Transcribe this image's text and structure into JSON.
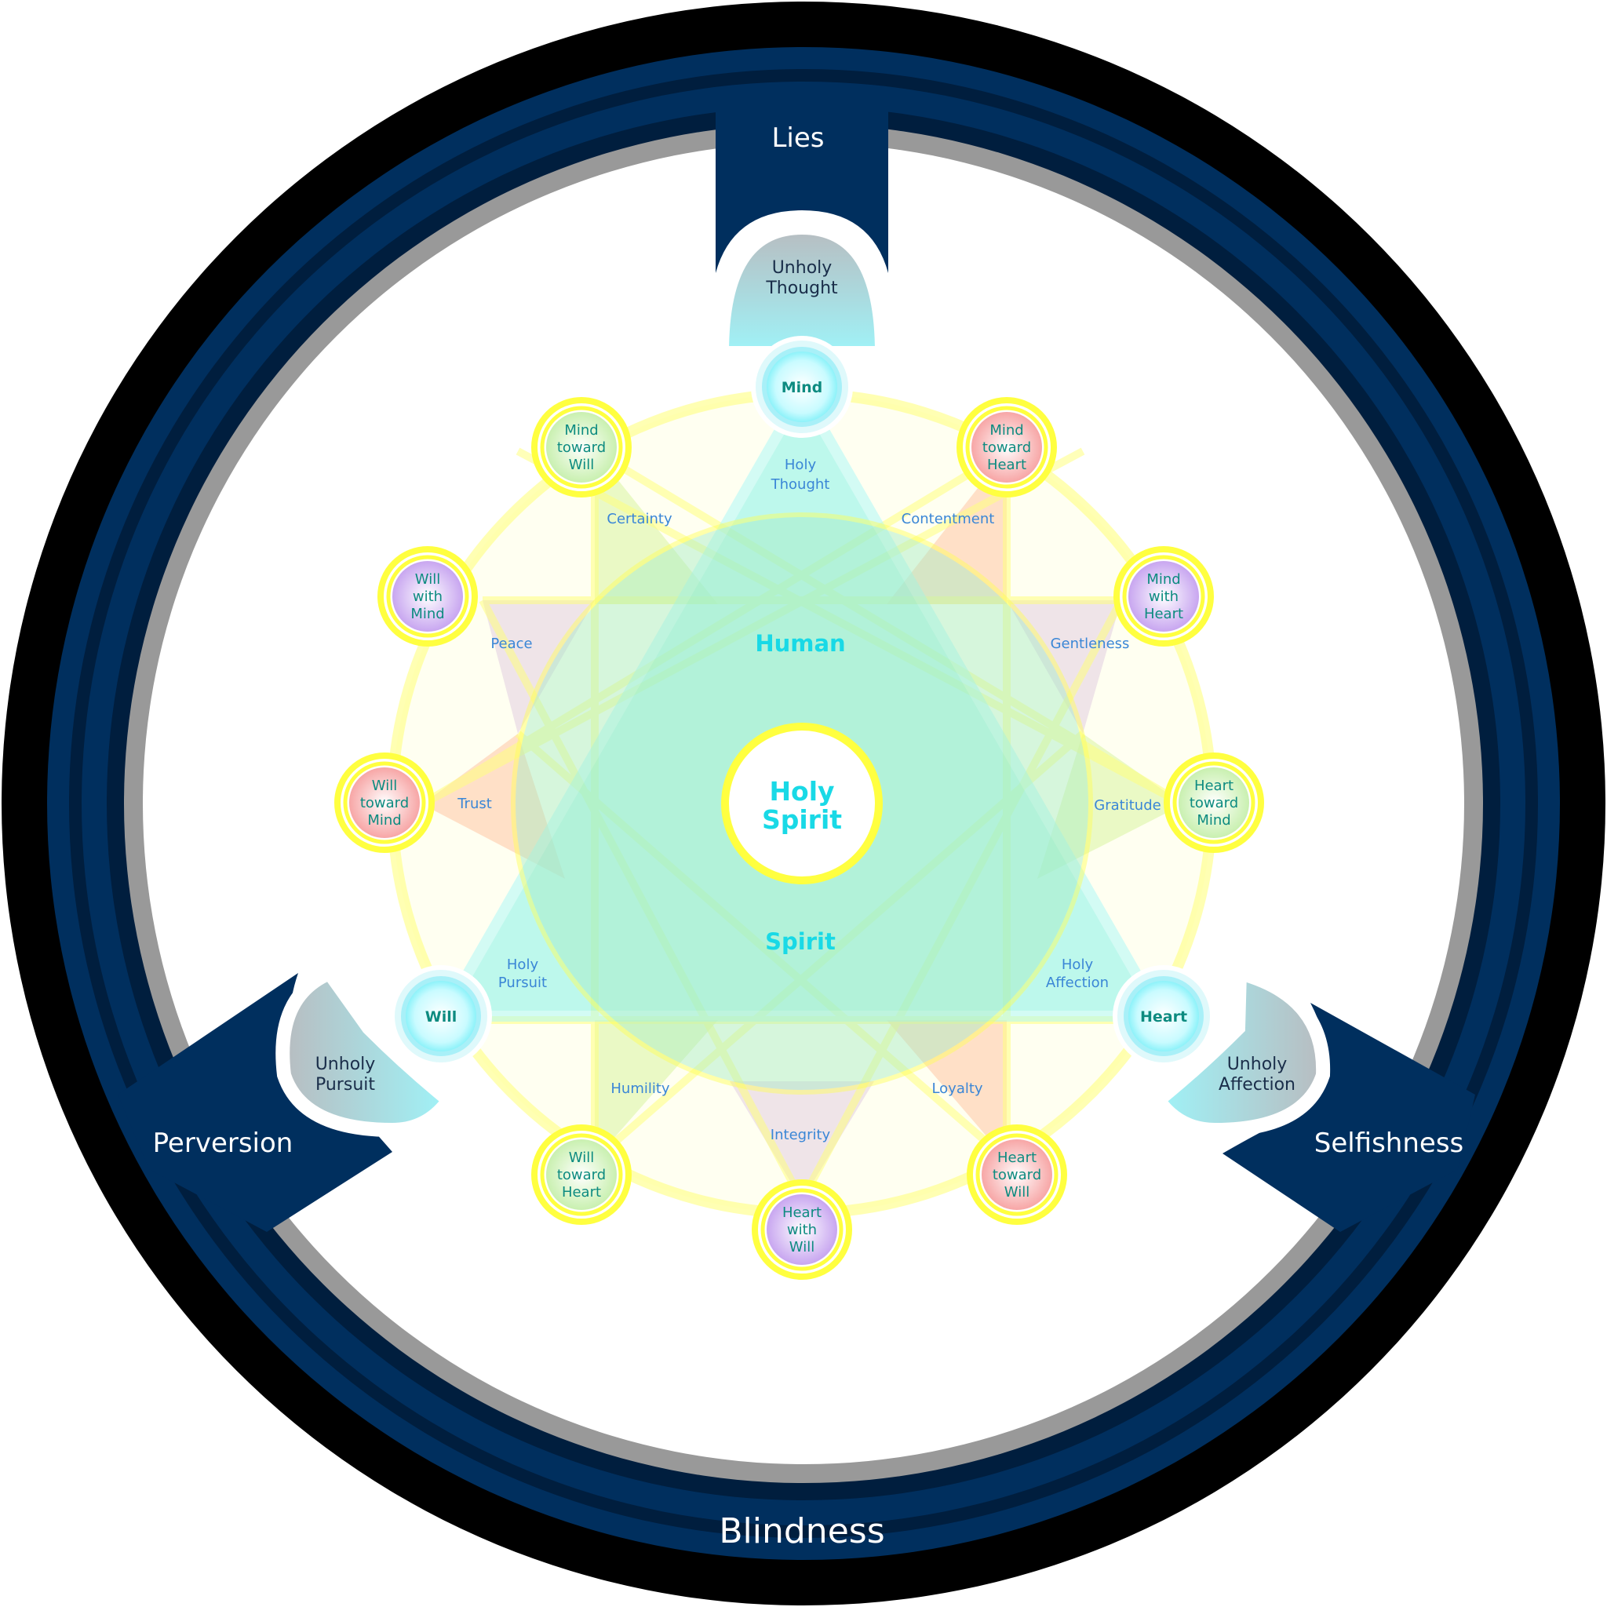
{
  "outer_ring": {
    "top": "Lies",
    "left": "Perversion",
    "right": "Selfishness",
    "bottom": "Blindness"
  },
  "unholy": {
    "thought": [
      "Unholy",
      "Thought"
    ],
    "pursuit": [
      "Unholy",
      "Pursuit"
    ],
    "affection": [
      "Unholy",
      "Affection"
    ]
  },
  "corners": {
    "mind": "Mind",
    "will": "Will",
    "heart": "Heart"
  },
  "center": {
    "holy_spirit": [
      "Holy",
      "Spirit"
    ],
    "human": "Human",
    "spirit": "Spirit"
  },
  "holy": {
    "thought": [
      "Holy",
      "Thought"
    ],
    "pursuit": [
      "Holy",
      "Pursuit"
    ],
    "affection": [
      "Holy",
      "Affection"
    ]
  },
  "nodes": [
    {
      "id": "mind-toward-will",
      "lines": [
        "Mind",
        "toward",
        "Will"
      ],
      "color": "#c9f0b0"
    },
    {
      "id": "mind-toward-heart",
      "lines": [
        "Mind",
        "toward",
        "Heart"
      ],
      "color": "#f7a6a6"
    },
    {
      "id": "will-with-mind",
      "lines": [
        "Will",
        "with",
        "Mind"
      ],
      "color": "#c8a6f0"
    },
    {
      "id": "mind-with-heart",
      "lines": [
        "Mind",
        "with",
        "Heart"
      ],
      "color": "#c8a6f0"
    },
    {
      "id": "will-toward-mind",
      "lines": [
        "Will",
        "toward",
        "Mind"
      ],
      "color": "#f7a6a6"
    },
    {
      "id": "heart-toward-mind",
      "lines": [
        "Heart",
        "toward",
        "Mind"
      ],
      "color": "#c9f0b0"
    },
    {
      "id": "will-toward-heart",
      "lines": [
        "Will",
        "toward",
        "Heart"
      ],
      "color": "#c9f0b0"
    },
    {
      "id": "heart-with-will",
      "lines": [
        "Heart",
        "with",
        "Will"
      ],
      "color": "#c8a6f0"
    },
    {
      "id": "heart-toward-will",
      "lines": [
        "Heart",
        "toward",
        "Will"
      ],
      "color": "#f7a6a6"
    }
  ],
  "virtues": {
    "certainty": "Certainty",
    "contentment": "Contentment",
    "peace": "Peace",
    "gentleness": "Gentleness",
    "trust": "Trust",
    "gratitude": "Gratitude",
    "humility": "Humility",
    "loyalty": "Loyalty",
    "integrity": "Integrity"
  },
  "colors": {
    "navy": "#002f5e",
    "dark_navy": "#001e3e",
    "black_ring": "#000000",
    "gray_ring": "#999999",
    "yellow": "#ffff33",
    "cyan": "#19d9e6"
  }
}
